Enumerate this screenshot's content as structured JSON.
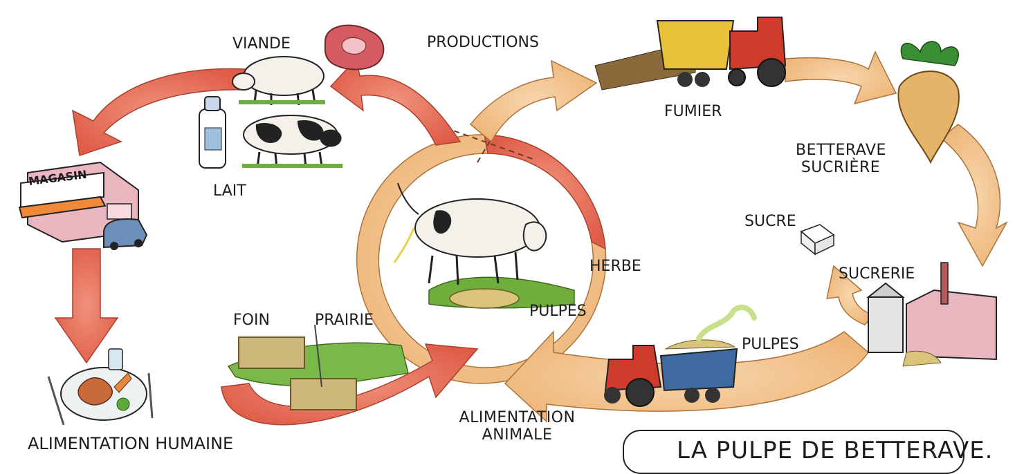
{
  "labels": {
    "viande": "VIANDE",
    "productions": "PRODUCTIONS",
    "fumier": "FUMIER",
    "betterave_sucriere": "BETTERAVE SUCRIÈRE",
    "magasin": "MAGASIN",
    "lait": "LAIT",
    "sucre": "SUCRE",
    "herbe": "HERBE",
    "sucrerie": "SUCRERIE",
    "foin": "FOIN",
    "prairie": "PRAIRIE",
    "pulpes_center": "PULPES",
    "pulpes_right": "PULPES",
    "alimentation_animale": "ALIMENTATION ANIMALE",
    "alimentation_humaine": "ALIMENTATION HUMAINE",
    "title": "LA PULPE DE BETTERAVE."
  },
  "colors": {
    "red_arrow": "#e46a55",
    "orange_arrow": "#f3c38e",
    "grass": "#6fae3a",
    "cow_white": "#f3f1ea",
    "cow_spot": "#222222",
    "tractor_red": "#cf3b2b",
    "trailer_yellow": "#e9c23a",
    "trailer_blue": "#3f6aa0",
    "building_pink": "#eab6c0",
    "straw": "#cdb77a",
    "beet": "#e6b36a",
    "leaf": "#3a8f35"
  }
}
